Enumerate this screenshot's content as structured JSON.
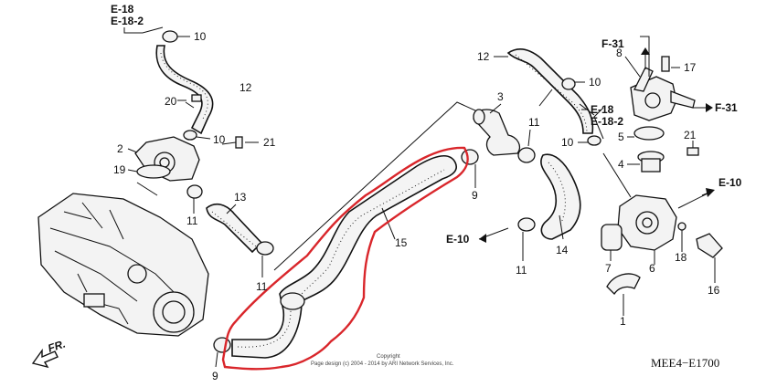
{
  "diagram": {
    "diagram_code": "MEE4−E1700",
    "copyright_line1": "Copyright",
    "copyright_line2": "Page design (c) 2004 - 2014 by ARI Network Services, Inc.",
    "front_label": "FR.",
    "highlight_color": "#d9262b",
    "refs": {
      "e18_top": "E-18",
      "e182_top": "E-18-2",
      "e18_right": "E-18",
      "e182_right": "E-18-2",
      "f31_top": "F-31",
      "f31_right": "F-31",
      "e10_left": "E-10",
      "e10_right": "E-10"
    },
    "callouts": {
      "n10_a": "10",
      "n12_a": "12",
      "n20": "20",
      "n10_b": "10",
      "n21_a": "21",
      "n2": "2",
      "n19": "19",
      "n11_a": "11",
      "n13": "13",
      "n11_b": "11",
      "n9_a": "9",
      "n9_b": "9",
      "n15": "15",
      "n3": "3",
      "n11_c": "11",
      "n12_b": "12",
      "n10_c": "10",
      "n10_d": "10",
      "n14": "14",
      "n11_d": "11",
      "n8": "8",
      "n17": "17",
      "n5": "5",
      "n21_b": "21",
      "n4": "4",
      "n7": "7",
      "n6": "6",
      "n18": "18",
      "n16": "16",
      "n1": "1"
    }
  }
}
